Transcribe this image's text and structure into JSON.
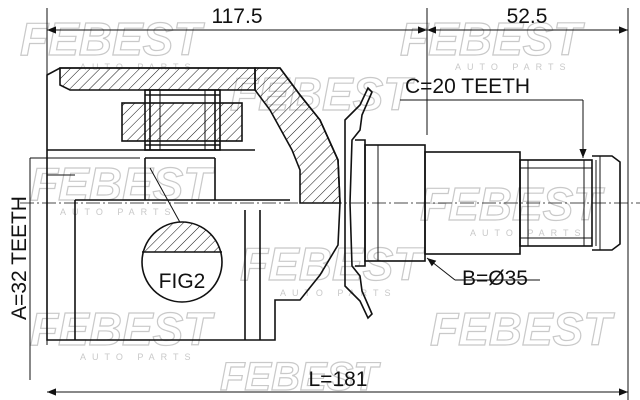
{
  "watermark": {
    "brand": "FEBEST",
    "tagline": "AUTO PARTS"
  },
  "dimensions": {
    "top_left": "117.5",
    "top_right": "52.5",
    "total_length": "L=181"
  },
  "callouts": {
    "teeth_a": "A=32 TEETH",
    "teeth_c": "C=20 TEETH",
    "diameter_b": "B=Ø35",
    "fig_label": "FIG2"
  }
}
